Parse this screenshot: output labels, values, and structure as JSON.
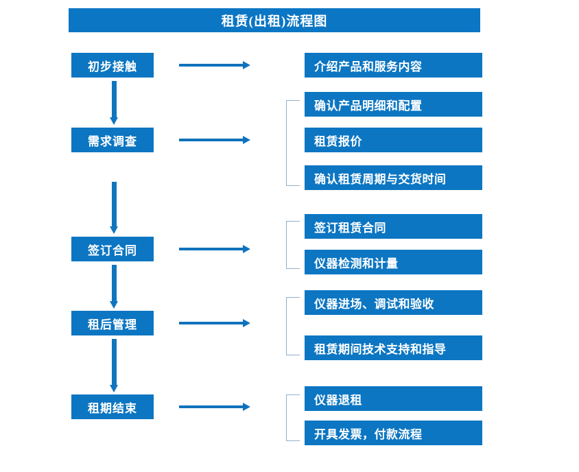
{
  "diagram": {
    "title": "租赁(出租)流程图",
    "colors": {
      "banner": "#0B76C4",
      "box": "#0C76C2",
      "arrow": "#1072BC",
      "bracket": "#8FAFCB",
      "box_text": "#FFFFFF",
      "background": "#FFFFFF"
    },
    "stages": [
      {
        "id": "stage-1",
        "label": "初步接触",
        "details": [
          "介绍产品和服务内容"
        ],
        "bracketed": false
      },
      {
        "id": "stage-2",
        "label": "需求调查",
        "details": [
          "确认产品明细和配置",
          "租赁报价",
          "确认租赁周期与交货时间"
        ],
        "bracketed": true
      },
      {
        "id": "stage-3",
        "label": "签订合同",
        "details": [
          "签订租赁合同",
          "仪器检测和计量"
        ],
        "bracketed": true
      },
      {
        "id": "stage-4",
        "label": "租后管理",
        "details": [
          "仪器进场、调试和验收",
          "租赁期间技术支持和指导"
        ],
        "bracketed": true
      },
      {
        "id": "stage-5",
        "label": "租期结束",
        "details": [
          "仪器退租",
          "开具发票，付款流程"
        ],
        "bracketed": true
      }
    ]
  }
}
